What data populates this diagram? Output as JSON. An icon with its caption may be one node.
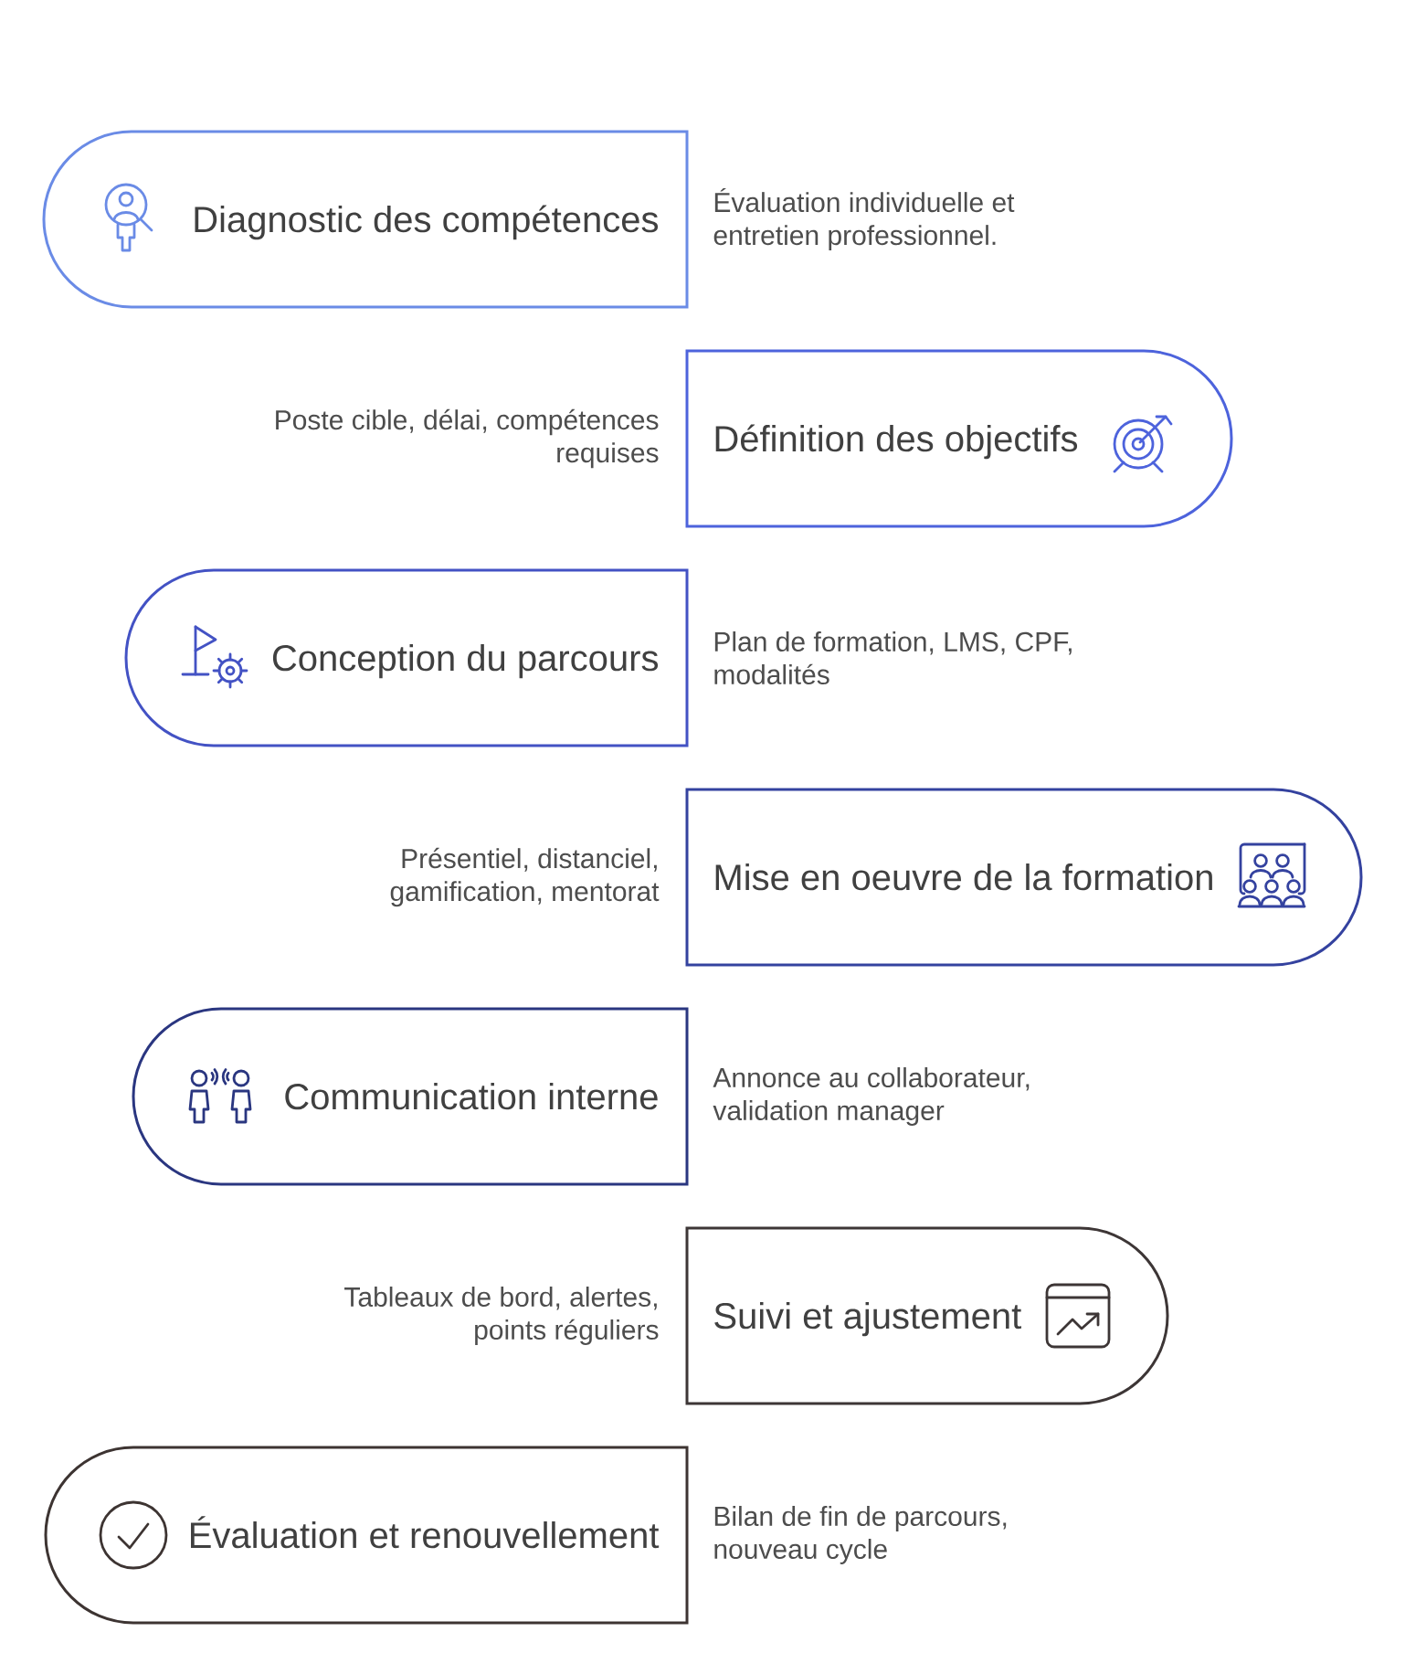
{
  "diagram": {
    "nodes": [
      {
        "text": [
          "Diagnostic des compétences"
        ],
        "beside": [
          "Évaluation individuelle et entretien professionnel."
        ]
      },
      {
        "text": [
          "Définition des objectifs"
        ],
        "beside": [
          "Poste cible, délai, compétences requises"
        ]
      },
      {
        "text": [
          "Conception du parcours"
        ],
        "beside": [
          "Plan de formation, LMS, CPF, modalités"
        ]
      },
      {
        "text": [
          "Mise en oeuvre de la formation"
        ],
        "beside": [
          "Présentiel, distanciel, gamification, mentorat"
        ]
      },
      {
        "text": [
          "Communication interne"
        ],
        "beside": [
          "Annonce au collaborateur, validation manager"
        ]
      },
      {
        "text": [
          "Suivi et ajustement"
        ],
        "beside": [
          "Tableaux de bord, alertes, points réguliers"
        ]
      },
      {
        "text": [
          "Évaluation et renouvellement"
        ],
        "beside": [
          "Bilan de fin de parcours, nouveau cycle"
        ]
      }
    ]
  }
}
